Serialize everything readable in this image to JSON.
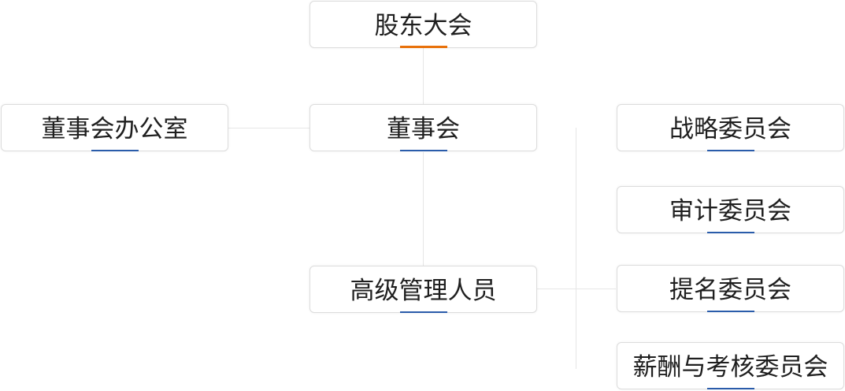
{
  "nodes": {
    "shareholders": "股东大会",
    "board": "董事会",
    "board_office": "董事会办公室",
    "management": "高级管理人员",
    "committees": [
      "战略委员会",
      "审计委员会",
      "提名委员会",
      "薪酬与考核委员会"
    ]
  },
  "colors": {
    "top_accent": "#e8710a",
    "accent": "#2a5caa",
    "connector": "#e6e6e6",
    "border": "#dcdcdc",
    "text": "#1f1f1f"
  }
}
